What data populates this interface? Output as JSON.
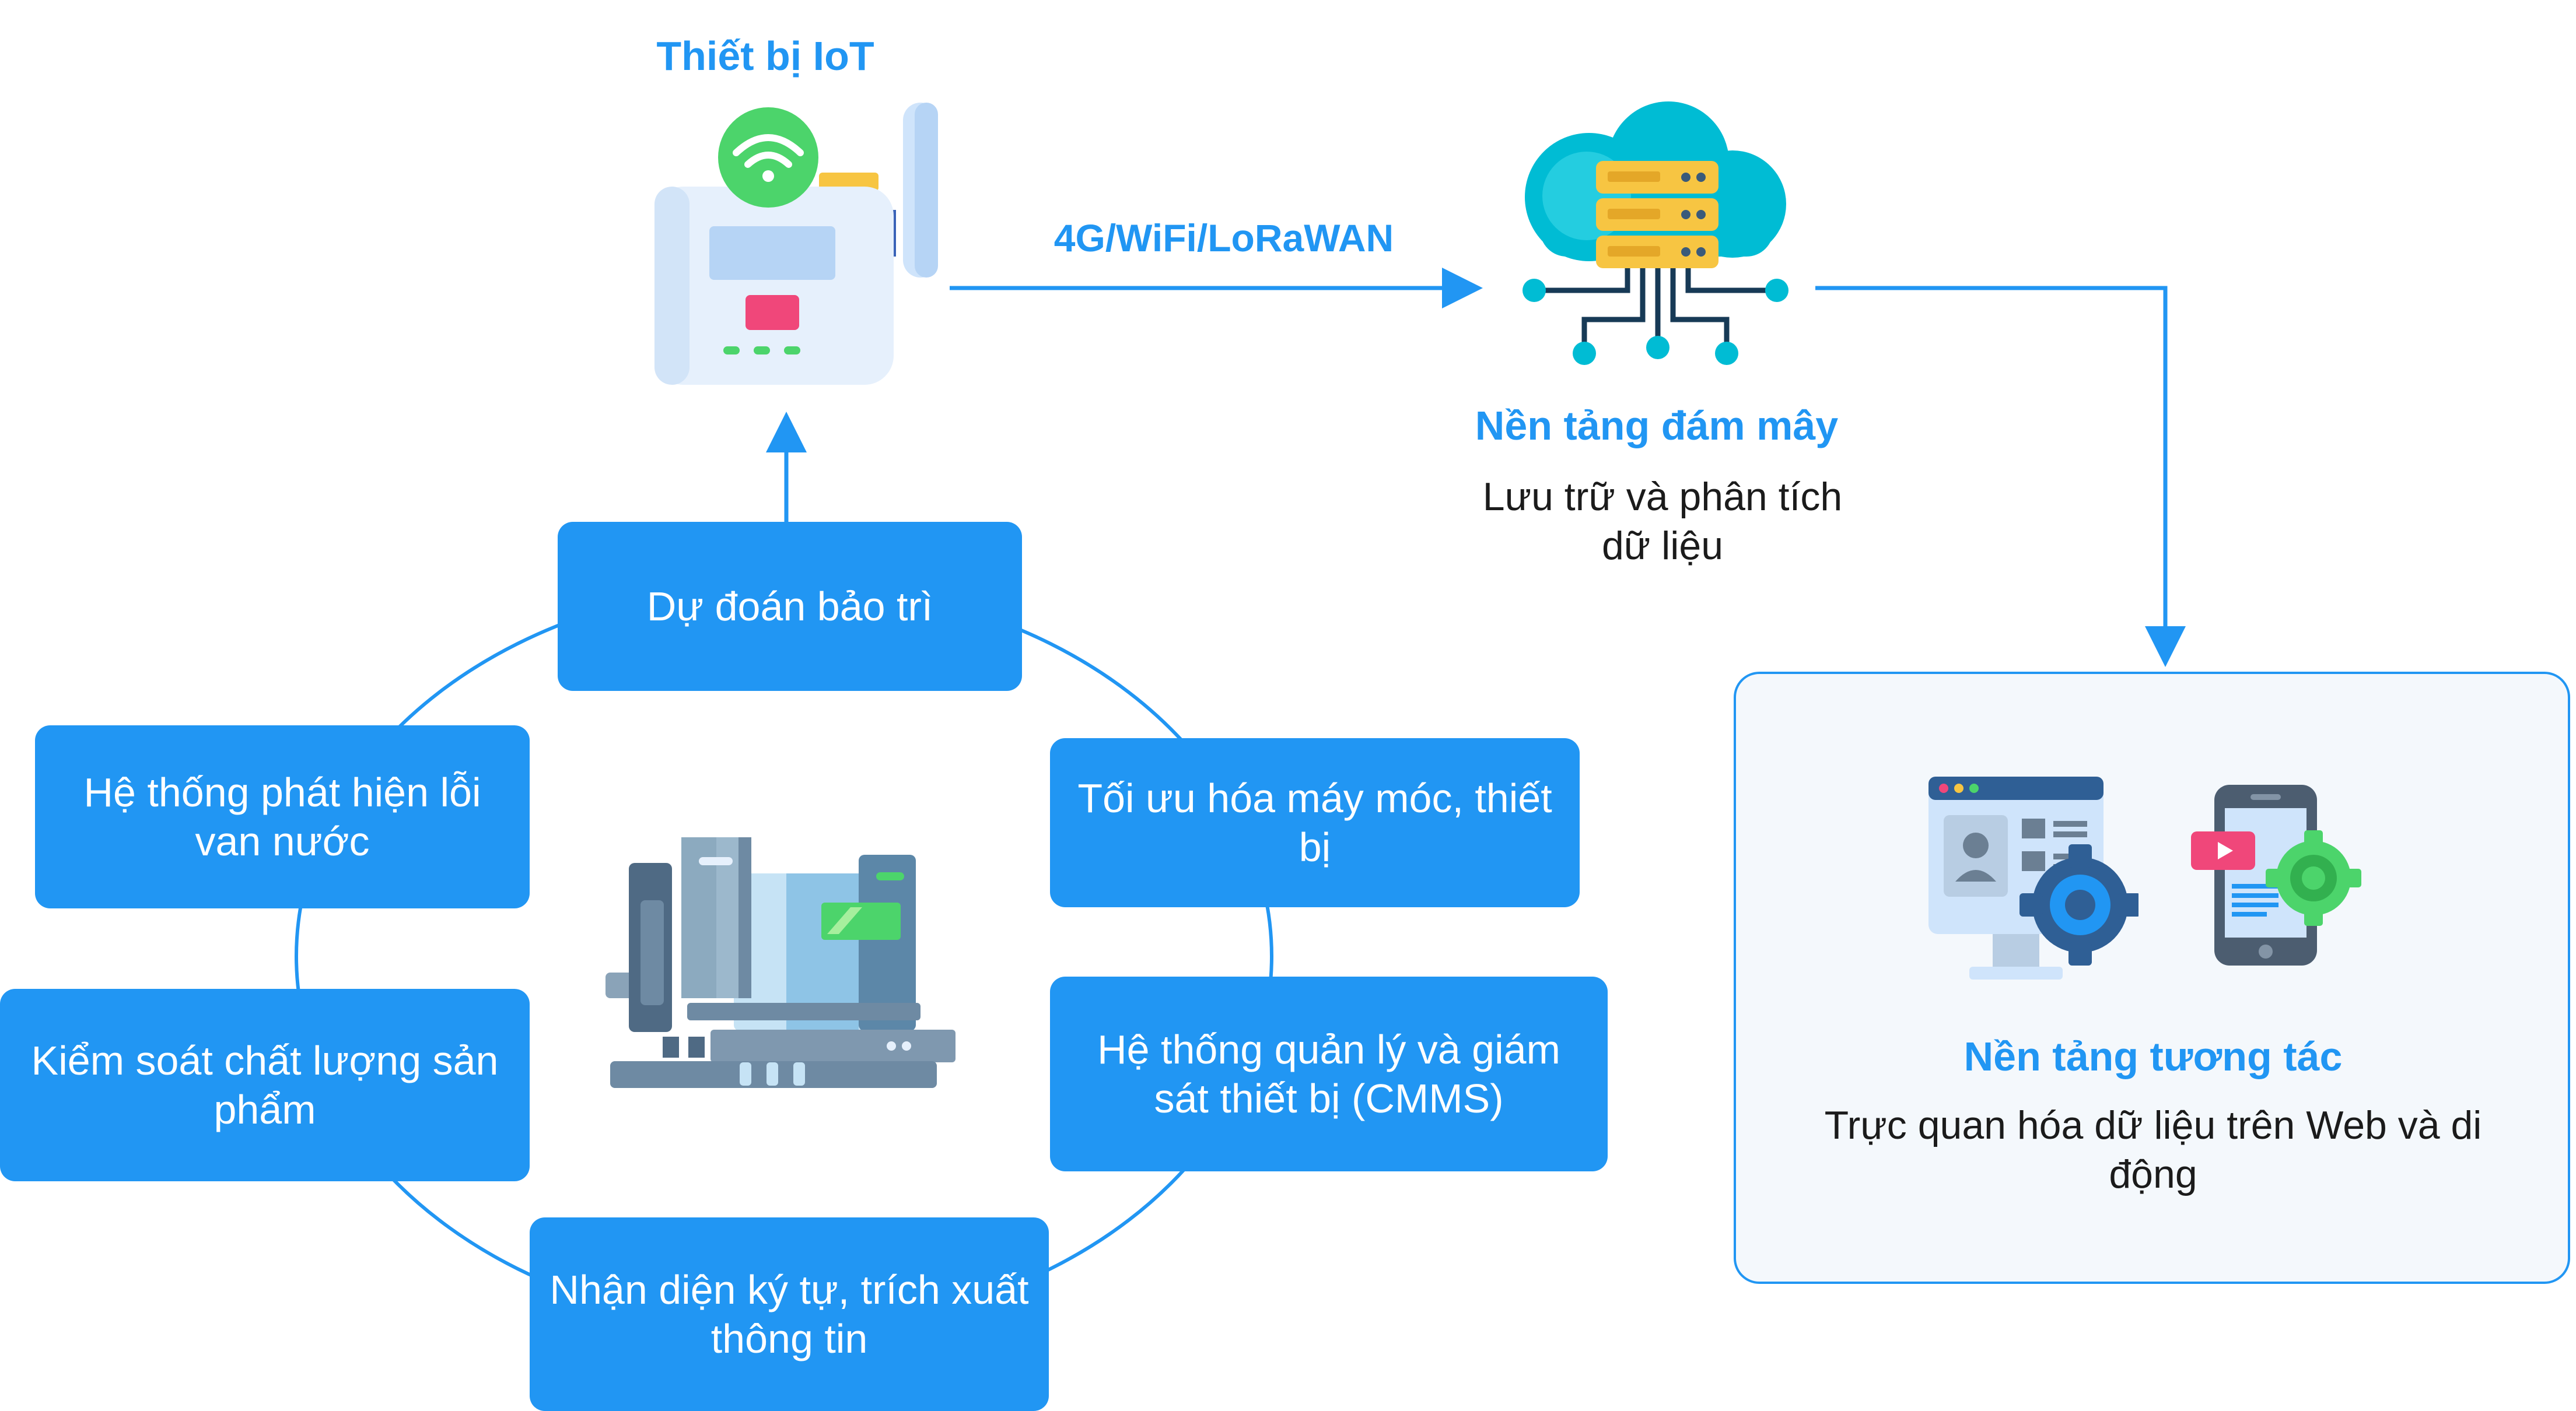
{
  "iot_device": {
    "title": "Thiết bị IoT"
  },
  "link": {
    "label": "4G/WiFi/LoRaWAN"
  },
  "cloud": {
    "title": "Nền tảng đám mây",
    "description": "Lưu trữ và phân tích dữ liệu"
  },
  "interaction": {
    "title": "Nền tảng tương tác",
    "description": "Trực quan hóa dữ liệu trên Web và di động"
  },
  "applications": [
    {
      "label": "Dự đoán bảo trì"
    },
    {
      "label": "Tối ưu hóa máy móc, thiết bị"
    },
    {
      "label": "Hệ thống quản lý và giám sát thiết bị (CMMS)"
    },
    {
      "label": "Nhận diện ký tự, trích xuất thông tin"
    },
    {
      "label": "Kiểm soát chất lượng sản phẩm"
    },
    {
      "label": "Hệ thống phát hiện lỗi van nước"
    }
  ],
  "colors": {
    "accent": "#2196f3",
    "box_fill": "#2196f3",
    "panel_fill": "#f4f8fc",
    "cloud": "#00bcd4",
    "server": "#f7c542"
  },
  "icons": [
    "iot-router-icon",
    "cloud-server-icon",
    "web-dashboard-icon",
    "mobile-app-icon",
    "industrial-machine-icon"
  ]
}
